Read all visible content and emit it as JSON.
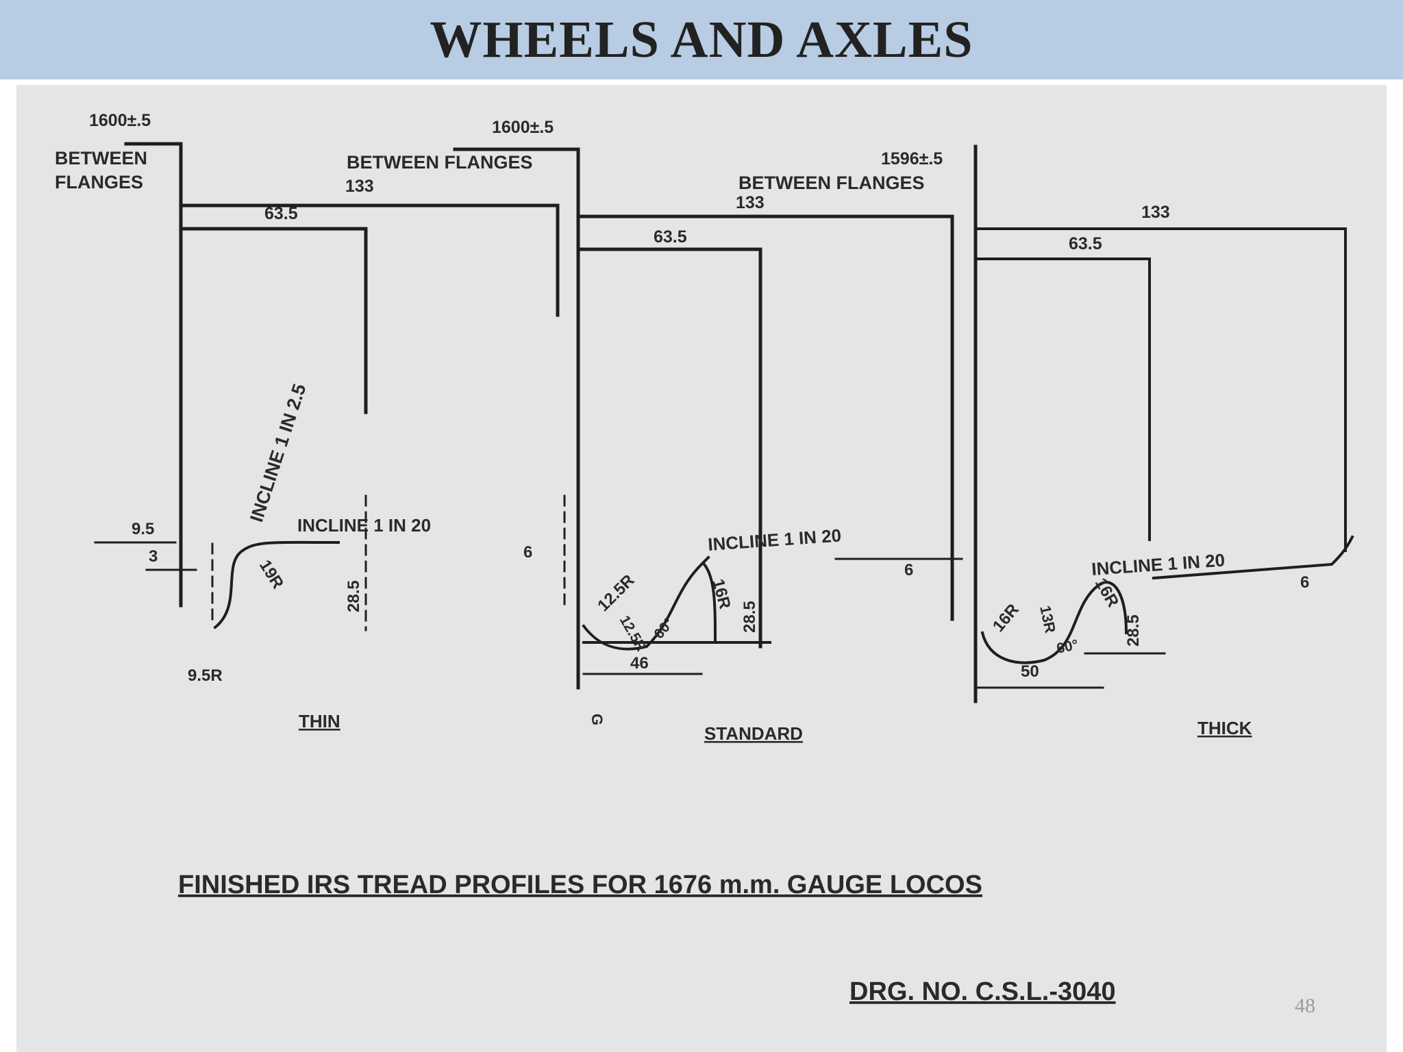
{
  "slide": {
    "title": "WHEELS AND AXLES",
    "page_number": "48"
  },
  "drawing": {
    "caption": "FINISHED IRS TREAD PROFILES FOR 1676 m.m. GAUGE LOCOS",
    "drawing_number": "DRG. NO. C.S.L.-3040",
    "thin": {
      "label": "THIN",
      "between_flanges_value": "1600±.5",
      "between_flanges_line1": "BETWEEN",
      "between_flanges_line2": "FLANGES",
      "dim_133": "133",
      "dim_63_5": "63.5",
      "incline_flange": "INCLINE 1 IN 2.5",
      "incline_tread": "INCLINE 1 IN 20",
      "dim_9_5": "9.5",
      "dim_3": "3",
      "radius_19": "19R",
      "dim_28_5": "28.5",
      "radius_9_5": "9.5R"
    },
    "standard": {
      "label": "STANDARD",
      "between_flanges_value": "1600±.5",
      "between_flanges": "BETWEEN FLANGES",
      "dim_133": "133",
      "dim_63_5": "63.5",
      "dim_6": "6",
      "radius_12_5": "12.5R",
      "radius_12_5_inner": "12.5R",
      "angle": "60°",
      "radius_16": "16R",
      "dim_28_5": "28.5",
      "incline_tread": "INCLINE 1 IN 20",
      "dim_46": "46",
      "gauge_mark": "G"
    },
    "thick": {
      "label": "THICK",
      "between_flanges_value": "1596±.5",
      "between_flanges": "BETWEEN FLANGES",
      "dim_133": "133",
      "dim_63_5": "63.5",
      "dim_6_left": "6",
      "radius_16_left": "16R",
      "radius_13": "13R",
      "angle": "60°",
      "radius_16_right": "16R",
      "dim_28_5": "28.5",
      "dim_50": "50",
      "incline_tread": "INCLINE 1 IN 20",
      "dim_6_right": "6"
    }
  }
}
